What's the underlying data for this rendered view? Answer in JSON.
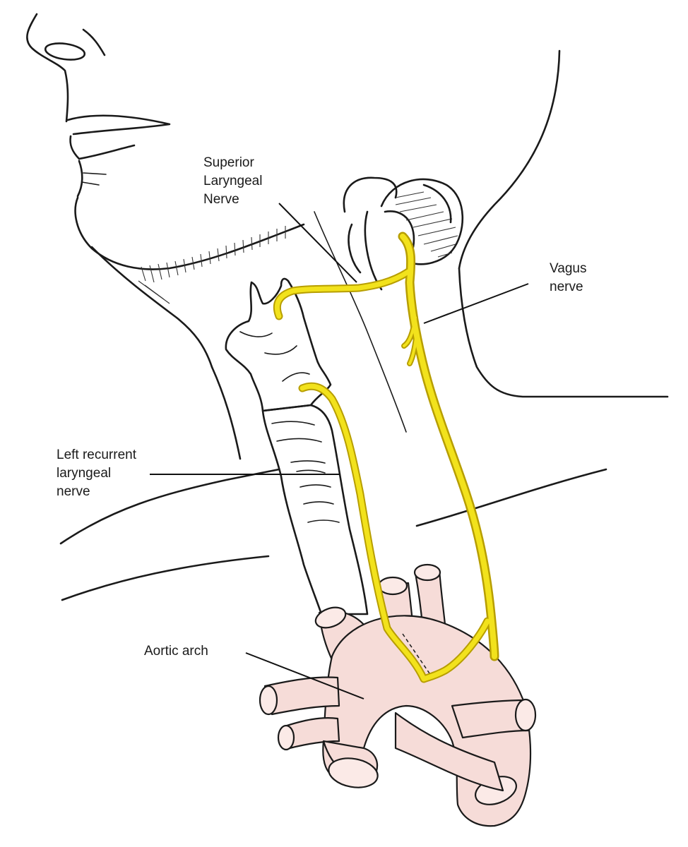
{
  "diagram": {
    "labels": {
      "superior_laryngeal": [
        "Superior",
        "Laryngeal",
        "Nerve"
      ],
      "vagus": [
        "Vagus",
        "nerve"
      ],
      "left_recurrent": [
        "Left recurrent",
        "laryngeal",
        "nerve"
      ],
      "aortic_arch": [
        "Aortic arch"
      ]
    },
    "colors": {
      "nerve": "#f2e21c",
      "nerve_outline": "#b79e00",
      "vessel_fill": "#f6dcd8",
      "cartilage_fill": "#f3e2d6",
      "line": "#1a1a1a"
    }
  }
}
